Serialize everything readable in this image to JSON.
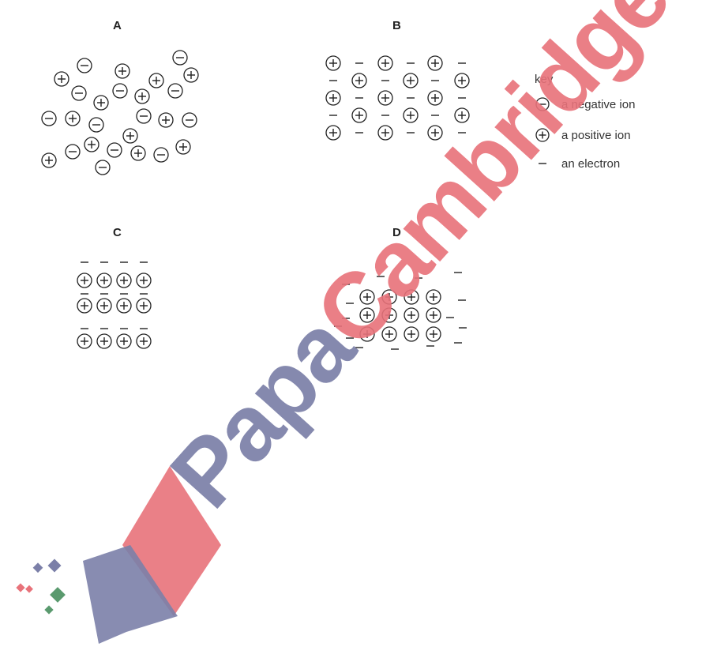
{
  "panels": {
    "a": {
      "label": "A"
    },
    "b": {
      "label": "B"
    },
    "c": {
      "label": "C"
    },
    "d": {
      "label": "D"
    }
  },
  "key": {
    "title": "key",
    "negative_ion": "a negative ion",
    "positive_ion": "a positive ion",
    "electron": "an electron"
  },
  "symbols": {
    "positive": "+",
    "negative": "−",
    "electron": "–"
  },
  "watermark": {
    "text": "PapaCambridge",
    "color_red": "#e8727a",
    "color_blue": "#7b7fa8",
    "color_green": "#5a9a6e"
  }
}
